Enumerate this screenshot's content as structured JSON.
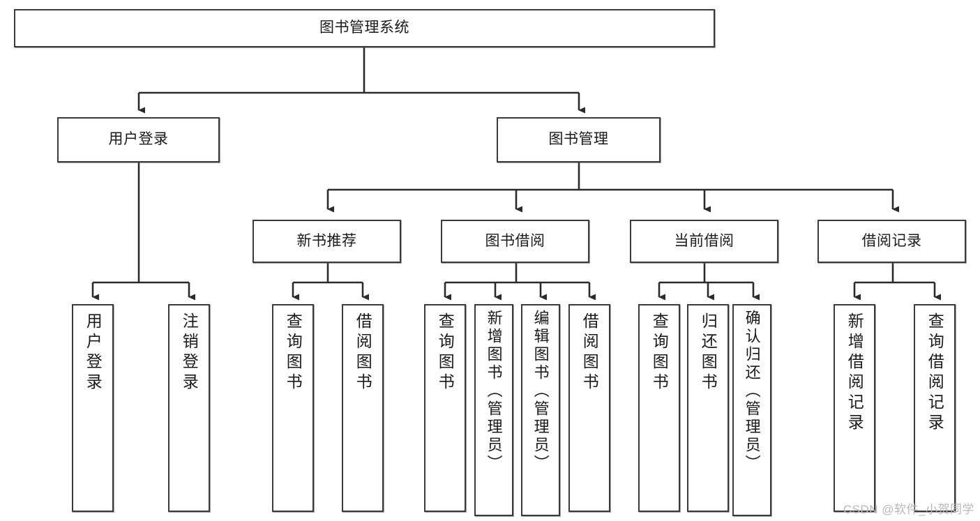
{
  "diagram": {
    "type": "tree-hierarchy",
    "title": "图书管理系统",
    "watermark": "CSDN @软件_小贺同学",
    "colors": {
      "border": "#3b3b3b",
      "background": "#ffffff",
      "text": "#1a1a1a",
      "watermark": "#b8b8b8"
    },
    "root": {
      "label": "图书管理系统"
    },
    "level2": [
      {
        "label": "用户登录"
      },
      {
        "label": "图书管理"
      }
    ],
    "level3": [
      {
        "label": "新书推荐"
      },
      {
        "label": "图书借阅"
      },
      {
        "label": "当前借阅"
      },
      {
        "label": "借阅记录"
      }
    ],
    "leaves": {
      "user_login": [
        {
          "label": "用户登录"
        },
        {
          "label": "注销登录"
        }
      ],
      "new_book_recommend": [
        {
          "label": "查询图书"
        },
        {
          "label": "借阅图书"
        }
      ],
      "book_borrow": [
        {
          "label": "查询图书"
        },
        {
          "label": "新增图书（管理员）"
        },
        {
          "label": "编辑图书（管理员）"
        },
        {
          "label": "借阅图书"
        }
      ],
      "current_borrow": [
        {
          "label": "查询图书"
        },
        {
          "label": "归还图书"
        },
        {
          "label": "确认归还（管理员）"
        }
      ],
      "borrow_record": [
        {
          "label": "新增借阅记录"
        },
        {
          "label": "查询借阅记录"
        }
      ]
    }
  }
}
